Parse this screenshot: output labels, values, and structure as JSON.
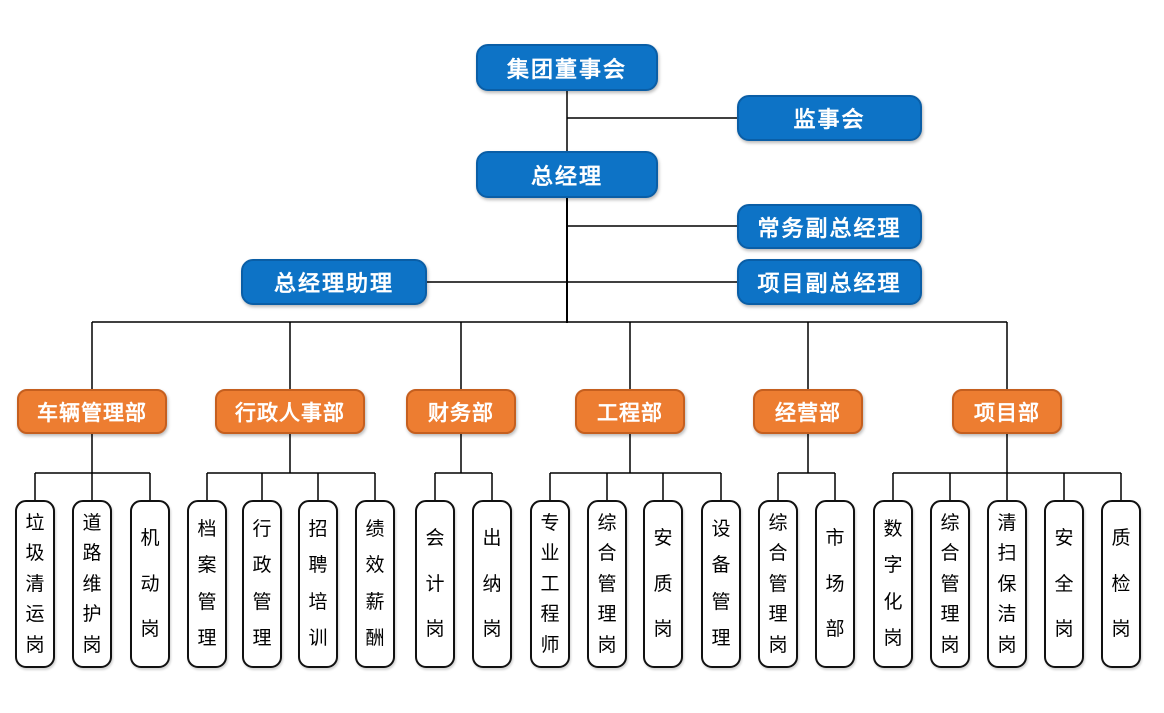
{
  "colors": {
    "executive_box_fill": "#0D73C6",
    "executive_box_border": "#0A5EA6",
    "department_box_fill": "#ED7D31",
    "department_box_border": "#C55F1F",
    "position_box_fill": "#FFFFFF",
    "position_box_border": "#111111",
    "connector_line": "#000000",
    "text_on_color": "#FFFFFF",
    "text_on_white": "#000000"
  },
  "top_nodes": {
    "board": {
      "label": "集团董事会"
    },
    "supervisory": {
      "label": "监事会"
    },
    "gm": {
      "label": "总经理"
    },
    "exec_deputy_gm": {
      "label": "常务副总经理"
    },
    "gm_assistant": {
      "label": "总经理助理"
    },
    "project_deputy_gm": {
      "label": "项目副总经理"
    }
  },
  "departments": [
    {
      "label": "车辆管理部",
      "positions": [
        "垃圾清运岗",
        "道路维护岗",
        "机动岗"
      ]
    },
    {
      "label": "行政人事部",
      "positions": [
        "档案管理",
        "行政管理",
        "招聘培训",
        "绩效薪酬"
      ]
    },
    {
      "label": "财务部",
      "positions": [
        "会计岗",
        "出纳岗"
      ]
    },
    {
      "label": "工程部",
      "positions": [
        "专业工程师",
        "综合管理岗",
        "安质岗",
        "设备管理"
      ]
    },
    {
      "label": "经营部",
      "positions": [
        "综合管理岗",
        "市场部"
      ]
    },
    {
      "label": "项目部",
      "positions": [
        "数字化岗",
        "综合管理岗",
        "清扫保洁岗",
        "安全岗",
        "质检岗"
      ]
    }
  ]
}
